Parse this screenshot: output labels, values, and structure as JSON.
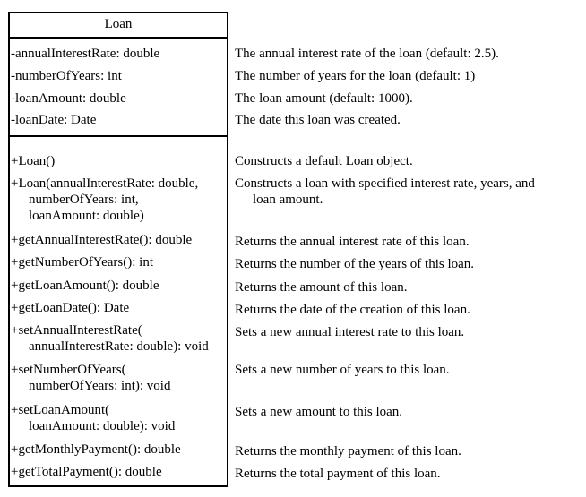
{
  "class_name": "Loan",
  "attributes": [
    {
      "member": "-annualInterestRate: double",
      "description": "The annual interest rate of the loan (default: 2.5)."
    },
    {
      "member": "-numberOfYears: int",
      "description": "The number of years for the loan (default: 1)"
    },
    {
      "member": "-loanAmount: double",
      "description": "The loan amount (default: 1000)."
    },
    {
      "member": "-loanDate: Date",
      "description": "The date this loan was created."
    }
  ],
  "methods": [
    {
      "lines": [
        "+Loan()"
      ],
      "description": [
        "Constructs a default Loan object."
      ]
    },
    {
      "lines": [
        "+Loan(annualInterestRate: double,",
        "numberOfYears: int,",
        "loanAmount: double)"
      ],
      "description": [
        "Constructs a loan with specified interest rate, years, and",
        "loan amount."
      ]
    },
    {
      "lines": [
        "+getAnnualInterestRate(): double"
      ],
      "description": [
        "Returns the annual interest rate of this loan."
      ]
    },
    {
      "lines": [
        "+getNumberOfYears(): int"
      ],
      "description": [
        "Returns the number of the years of this loan."
      ]
    },
    {
      "lines": [
        "+getLoanAmount(): double"
      ],
      "description": [
        "Returns the amount of this loan."
      ]
    },
    {
      "lines": [
        "+getLoanDate(): Date"
      ],
      "description": [
        "Returns the date of the creation of this loan."
      ]
    },
    {
      "lines": [
        "+setAnnualInterestRate(",
        "annualInterestRate: double): void"
      ],
      "description": [
        "Sets a new annual interest rate to this loan."
      ]
    },
    {
      "lines": [
        "+setNumberOfYears(",
        "numberOfYears: int): void"
      ],
      "description": [
        "Sets a new number of years to this loan."
      ]
    },
    {
      "lines": [
        "+setLoanAmount(",
        "loanAmount: double): void"
      ],
      "description": [
        "Sets a new amount to this loan."
      ]
    },
    {
      "lines": [
        "+getMonthlyPayment(): double"
      ],
      "description": [
        "Returns the monthly payment of this loan."
      ]
    },
    {
      "lines": [
        "+getTotalPayment(): double"
      ],
      "description": [
        "Returns the total payment of this loan."
      ]
    }
  ]
}
